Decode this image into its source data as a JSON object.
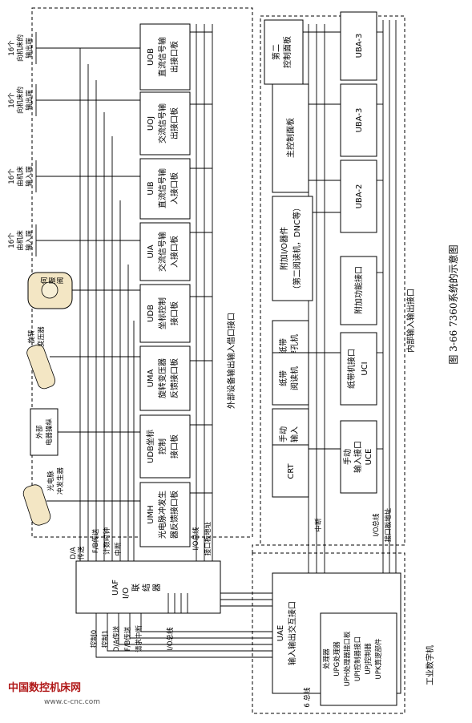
{
  "figure": {
    "caption": "图 3-66 7360系统的示意图"
  },
  "labels": {
    "external_bus": "外部设备输出输入借口接口",
    "internal_bus": "内部输入输出接口",
    "industrial_computer": "工业数字机"
  },
  "boards": {
    "uob": [
      "UOB",
      "直流信号输",
      "出接口板"
    ],
    "uoj": [
      "UOJ",
      "交流信号输",
      "出接口板"
    ],
    "uib": [
      "UIB",
      "直流信号输",
      "入接口板"
    ],
    "uia": [
      "UIA",
      "交流信号输",
      "入接口板"
    ],
    "udb": [
      "UDB",
      "坐标控制",
      "接口板"
    ],
    "uma": [
      "UMA",
      "旋转变压器",
      "反馈接口板"
    ],
    "udbc": [
      "UDB坐标",
      "控制",
      "接口板"
    ],
    "umh": [
      "UMH",
      "光电脉冲发生",
      "器反馈接口板"
    ]
  },
  "uaf": {
    "name": "UAF",
    "sub": [
      "I/O",
      "联",
      "结",
      "器"
    ],
    "sigs_top": [
      "D/A",
      "传送",
      "F/B传送",
      "计数时钟",
      "中断"
    ],
    "sigs_mid": [
      "I/O总线",
      "接口板地址"
    ],
    "sigs_bottom": [
      "控制0",
      "控制1",
      "D/A传送",
      "F/B传送",
      "请求中断",
      "I/O总线"
    ]
  },
  "external": {
    "out16_a": [
      "16个",
      "向机床的",
      "输出端"
    ],
    "out16_b": [
      "16个",
      "向机床的",
      "输出端"
    ],
    "in16_a": [
      "16个",
      "由机床",
      "输入端"
    ],
    "in16_b": [
      "16个",
      "由机床",
      "输入端"
    ],
    "servo_valve": [
      "伺",
      "服",
      "阀"
    ],
    "resolver": [
      "旋转",
      "变压器"
    ],
    "elec_oper": [
      "外部",
      "电器操纵"
    ],
    "pulse_gen": [
      "光电脉",
      "冲发生器"
    ]
  },
  "right": {
    "panel2": [
      "第二",
      "控制面板"
    ],
    "main_panel": "主控制面板",
    "aux_io": [
      "附加I/O器件",
      "（第二阅读机，DNC等）"
    ],
    "uba3a": "UBA-3",
    "uba3b": "UBA-3",
    "uba2": "UBA-2",
    "aux_func": "附加功能接口",
    "tape_punch": [
      "纸带",
      "穿孔机"
    ],
    "tape_reader": [
      "纸带",
      "阅读机"
    ],
    "uci": [
      "纸带机接口",
      "UCI"
    ],
    "manual_in": [
      "手动",
      "输入"
    ],
    "crt": "CRT",
    "uce": [
      "手动",
      "输入接口",
      "UCE"
    ]
  },
  "bus": {
    "interrupt": "中断",
    "io_bus": "I/O总线",
    "board_addr": "接口板地址",
    "six_bus": "6 总线"
  },
  "uae": {
    "name": "UAE",
    "sub": "输入输出交互接口"
  },
  "processor": {
    "items": [
      "处理器",
      "UPG处理器",
      "UPH处理器接口板",
      "UPI控制器接口",
      "UPJ控制器",
      "UPK算逻部件"
    ]
  },
  "watermark": {
    "cn": "中国数控机床网",
    "url": "www.c-cnc.com"
  }
}
